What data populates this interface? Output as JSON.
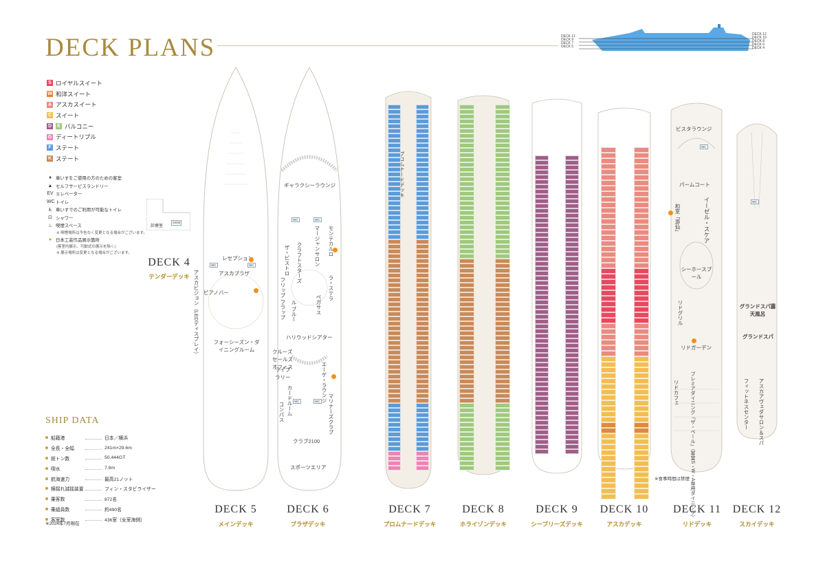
{
  "title": "DECK PLANS",
  "mini_ship": {
    "left_labels": [
      "DECK 11",
      "DECK 9",
      "DECK 7",
      "DECK 5"
    ],
    "right_labels": [
      "DECK 12",
      "DECK 10",
      "DECK 8",
      "DECK 6",
      "DECK 4"
    ],
    "color": "#5aa9e6"
  },
  "legend": [
    {
      "code": "S",
      "label": "ロイヤルスイート",
      "color": "#e8495f"
    },
    {
      "code": "W",
      "label": "和洋スイート",
      "color": "#e0883b"
    },
    {
      "code": "A",
      "label": "アスカスイート",
      "color": "#e98b7f"
    },
    {
      "code": "C",
      "label": "スイート",
      "color": "#f2be52"
    },
    {
      "code": "D",
      "code2": "E",
      "label": "バルコニー",
      "color": "#9f5e88",
      "color2": "#9fc97e"
    },
    {
      "code": "G",
      "label": "ディートリプル",
      "color": "#ec84b4"
    },
    {
      "code": "F",
      "label": "ステート",
      "color": "#5c9bd8"
    },
    {
      "code": "K",
      "label": "ステート",
      "color": "#c98a59"
    }
  ],
  "symbols": [
    {
      "icon": "♦",
      "label": "車いすをご使用の方のための客室"
    },
    {
      "icon": "▲",
      "label": "セルフサービスランドリー"
    },
    {
      "icon": "EV",
      "label": "エレベーター"
    },
    {
      "icon": "WC",
      "label": "トイレ"
    },
    {
      "icon": "♿",
      "label": "車いすでのご利用が可能なトイレ"
    },
    {
      "icon": "⊡",
      "label": "シャワー"
    },
    {
      "icon": "♨",
      "label": "喫煙スペース",
      "note": "※ 喫煙場所は予告なく変更となる場合がございます。"
    },
    {
      "icon": "●",
      "label": "日本工芸作品展示箇所",
      "note": "(客室内展示、可動式の展示を除く)",
      "note2": "※ 展示場所は変更となる場合がございます。"
    }
  ],
  "ship_data": {
    "title": "SHIP DATA",
    "rows": [
      {
        "label": "船籍港",
        "value": "日本／横浜"
      },
      {
        "label": "全長・全幅",
        "value": "241m×29.6m"
      },
      {
        "label": "総トン数",
        "value": "50,444GT"
      },
      {
        "label": "喫水",
        "value": "7.8m"
      },
      {
        "label": "航海速力",
        "value": "最高21ノット"
      },
      {
        "label": "横揺れ減揺装置",
        "value": "フィン・スタビライザー"
      },
      {
        "label": "乗客数",
        "value": "872名"
      },
      {
        "label": "乗組員数",
        "value": "約490名"
      },
      {
        "label": "客室数",
        "value": "436室（全室海側）"
      }
    ],
    "note": "※2024年7月現在"
  },
  "decks": [
    {
      "name": "DECK 4",
      "sub": "テンダーデッキ"
    },
    {
      "name": "DECK 5",
      "sub": "メインデッキ"
    },
    {
      "name": "DECK 6",
      "sub": "プラザデッキ"
    },
    {
      "name": "DECK 7",
      "sub": "プロムナードデッキ"
    },
    {
      "name": "DECK 8",
      "sub": "ホライゾンデッキ"
    },
    {
      "name": "DECK 9",
      "sub": "シーブリーズデッキ"
    },
    {
      "name": "DECK 10",
      "sub": "アスカデッキ"
    },
    {
      "name": "DECK 11",
      "sub": "リドデッキ"
    },
    {
      "name": "DECK 12",
      "sub": "スカイデッキ"
    }
  ],
  "areas": {
    "d4_clinic": "診療室",
    "d5_reception": "レセプション",
    "d5_aska_plaza": "アスカプラザ",
    "d5_piano_bar": "ピアノバー",
    "d5_aska_vision": "アスカビジョン（LEDディスプレイ）",
    "d5_dining": "フォーシーズン・ダイニングルーム",
    "d6_galaxy": "ギャラクシーラウンジ",
    "d6_marjong": "マージャンサロン",
    "d6_montecarlo": "モンテカルロ",
    "d6_zabistro": "ザ・ビストロ",
    "d6_crafts": "クラフトスターズ",
    "d6_las_estrella": "ラ・ステラ",
    "d6_pegasus": "ペガサス",
    "d6_flip_flap": "フリップ フラップ",
    "d6_lebleu": "ル ブルー",
    "d6_hollywood": "ハリウッドシアター",
    "d6_cruise_office": "クルーズセールスオフィス",
    "d6_library": "ライブラリー",
    "d6_card_room": "カードルーム",
    "d6_concierge": "コンパス",
    "d6_eiko_lounge": "エーゲ・ラウンジ",
    "d6_mariners": "マリナーズクラブ",
    "d6_club2100": "クラブ2100",
    "d6_sports": "スポーツエリア",
    "d7_promenade": "プロムナードデッキ",
    "d11_vista": "ビスタラウンジ",
    "d11_palm_court": "パームコート",
    "d11_washitsu": "和室「游仙」",
    "d11_easel": "イーゼル・スケア",
    "d11_seahorse": "シーホースプール",
    "d11_lido_grill": "リドグリル",
    "d11_lido_garden": "リドガーデン",
    "d11_lido_cafe": "リドカフェ",
    "d11_plaza": "プレミアダイニング「ザ・ベール」（客室S・W・A専用ダイニング）",
    "d11_note": "※食事時間は禁煙",
    "d12_grand_spa_bath": "グランドスパ露天風呂",
    "d12_grand_spa": "グランドスパ",
    "d12_fitness": "フィットネスセンター",
    "d12_salon": "アスカアヴェダサロン＆スパ"
  }
}
